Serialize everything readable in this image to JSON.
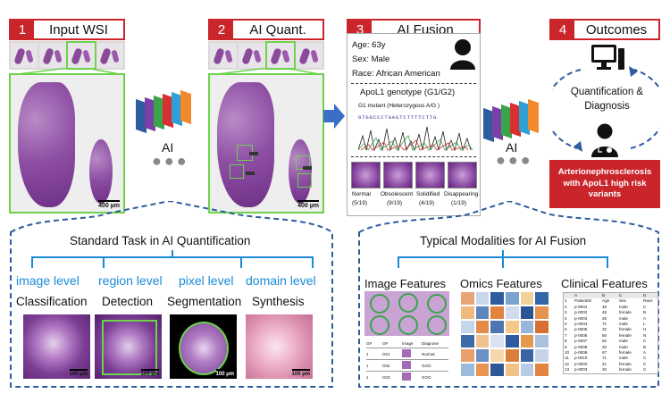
{
  "steps": [
    {
      "num": "1",
      "title": "Input WSI"
    },
    {
      "num": "2",
      "title": "AI Quant."
    },
    {
      "num": "3",
      "title": "AI Fusion"
    },
    {
      "num": "4",
      "title": "Outcomes"
    }
  ],
  "scale_label": "400 µm",
  "ai_label": "AI",
  "dots": "●●●",
  "patient": {
    "age": "Age: 63y",
    "sex": "Sex: Male",
    "race": "Race: African American"
  },
  "genotype": {
    "title": "ApoL1 genotype (G1/G2)",
    "mutant": "G1 mutant (Heterozygous A/G )",
    "sequence": "GTGGCCCTGAGTCTTTTCTTG"
  },
  "glomeruli": [
    {
      "label": "Normal",
      "count": "(5/19)"
    },
    {
      "label": "Obsolescent",
      "count": "(9/19)"
    },
    {
      "label": "Solidified",
      "count": "(4/19)"
    },
    {
      "label": "Disappearing",
      "count": "(1/19)"
    }
  ],
  "outcomes": {
    "text": "Quantification & Diagnosis",
    "diagnosis": "Arterionephrosclerosis with ApoL1 high risk variants"
  },
  "standard_task": {
    "title": "Standard Task in AI Quantification",
    "levels": [
      "image level",
      "region level",
      "pixel level",
      "domain level"
    ],
    "tasks": [
      "Classification",
      "Detection",
      "Segmentation",
      "Synthesis"
    ],
    "scale": "100 µm"
  },
  "fusion_modalities": {
    "title": "Typical Modalities for AI Fusion",
    "features": [
      "Image Features",
      "Omics Features",
      "Clinical Features"
    ],
    "image_table": {
      "headers": [
        "G#",
        "O#",
        "Image",
        "Diagnose"
      ],
      "rows": [
        [
          "1",
          "G01",
          "",
          "Normal"
        ],
        [
          "1",
          "G02",
          "",
          "GOO"
        ],
        [
          "1",
          "G03",
          "",
          "GOO"
        ]
      ]
    },
    "clinical_table": {
      "headers": [
        "",
        "A",
        "B",
        "C",
        "D"
      ],
      "subheaders": [
        "1",
        "PatientID",
        "Age",
        "Sex",
        "Race"
      ],
      "rows": [
        [
          "2",
          "p-0001",
          "49",
          "male",
          "C"
        ],
        [
          "3",
          "p-0002",
          "48",
          "female",
          "B"
        ],
        [
          "4",
          "p-0003",
          "25",
          "male",
          "A"
        ],
        [
          "5",
          "p-0004",
          "71",
          "male",
          "L"
        ],
        [
          "6",
          "p-0005",
          "32",
          "female",
          "H"
        ],
        [
          "7",
          "p-0006",
          "56",
          "female",
          "N"
        ],
        [
          "8",
          "p-0007",
          "62",
          "male",
          "C"
        ],
        [
          "9",
          "p-0008",
          "32",
          "male",
          "B"
        ],
        [
          "10",
          "p-0009",
          "67",
          "female",
          "A"
        ],
        [
          "11",
          "p-0010",
          "71",
          "male",
          "C"
        ],
        [
          "12",
          "p-0002",
          "21",
          "female",
          "C"
        ],
        [
          "13",
          "p-0003",
          "32",
          "female",
          "C"
        ]
      ]
    },
    "omics_colors": [
      [
        "#e9a57a",
        "#c9d7ea",
        "#2e5c9e",
        "#7aa3cf",
        "#f3d29a",
        "#3566a8"
      ],
      [
        "#f2b880",
        "#5d86bd",
        "#e2843f",
        "#d0dcee",
        "#2a5597",
        "#e5934f"
      ],
      [
        "#c6d6ea",
        "#e58b4a",
        "#4b76b1",
        "#f4c98a",
        "#98b6da",
        "#d77030"
      ],
      [
        "#3f6aa8",
        "#f0c290",
        "#d8e2f0",
        "#2f5a9b",
        "#e4984e",
        "#a9c1e0"
      ],
      [
        "#e8a06a",
        "#6b91c4",
        "#f6d8aa",
        "#dd7e38",
        "#3a63a4",
        "#c5d4e8"
      ],
      [
        "#9db9dc",
        "#e89450",
        "#2d5898",
        "#f2c185",
        "#b7cbe4",
        "#e28342"
      ]
    ]
  }
}
